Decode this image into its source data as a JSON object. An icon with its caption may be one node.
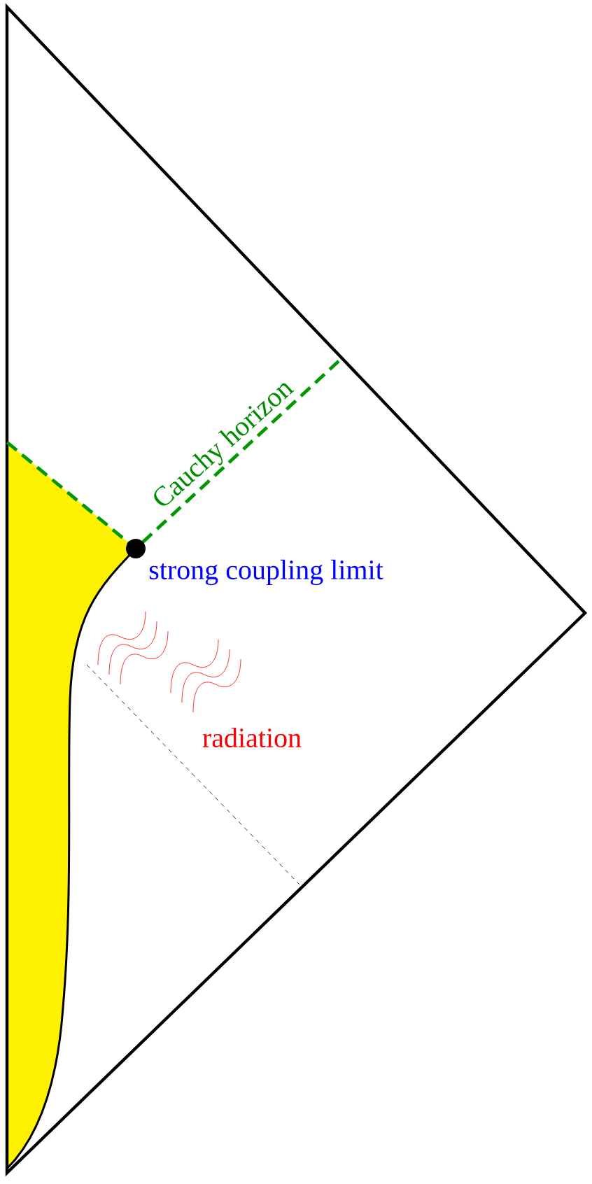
{
  "diagram": {
    "labels": [
      "Cauchy horizon",
      "strong coupling limit",
      "radiation"
    ]
  }
}
